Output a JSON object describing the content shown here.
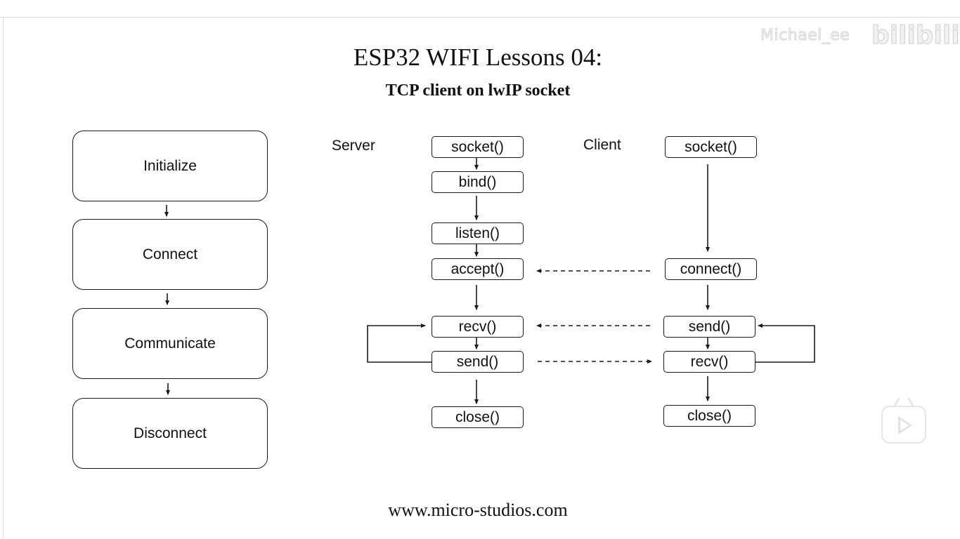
{
  "header": {
    "title": "ESP32 WIFI Lessons 04:",
    "subtitle": "TCP client on lwIP socket"
  },
  "footer": {
    "url": "www.micro-studios.com"
  },
  "watermark": {
    "name": "Michael_ee",
    "logo": "bilibili"
  },
  "stages": [
    {
      "label": "Initialize"
    },
    {
      "label": "Connect"
    },
    {
      "label": "Communicate"
    },
    {
      "label": "Disconnect"
    }
  ],
  "server": {
    "label": "Server",
    "steps": [
      "socket()",
      "bind()",
      "listen()",
      "accept()",
      "recv()",
      "send()",
      "close()"
    ]
  },
  "client": {
    "label": "Client",
    "steps": [
      "socket()",
      "connect()",
      "send()",
      "recv()",
      "close()"
    ]
  },
  "colors": {
    "line": "#1a1a1a",
    "watermark": "#d7d7d7"
  },
  "icons": {
    "player": "play-icon"
  }
}
